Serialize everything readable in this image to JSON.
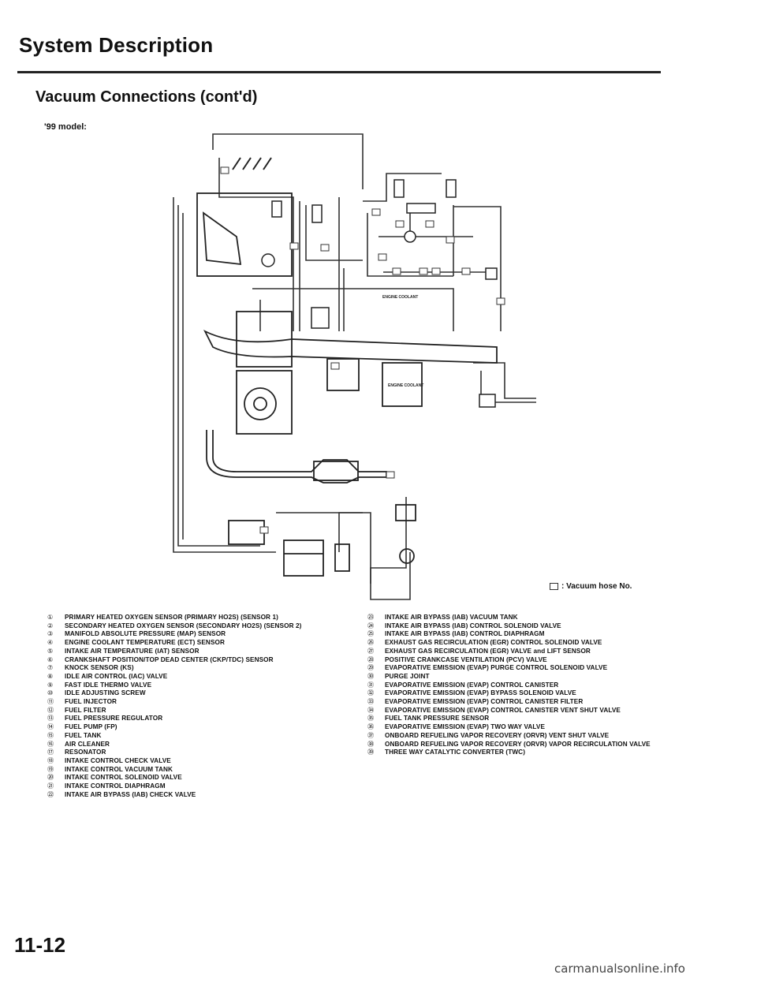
{
  "page": {
    "title": "System Description",
    "subtitle": "Vacuum Connections (cont'd)",
    "model": "'99 model:",
    "legend": ": Vacuum hose No.",
    "page_number": "11-12",
    "watermark": "carmanualsonline.info"
  },
  "diagram": {
    "labels": {
      "engine_coolant_top": "ENGINE COOLANT",
      "engine_coolant_bottom": "ENGINE COOLANT"
    }
  },
  "parts_left": [
    {
      "num": "①",
      "text": "PRIMARY HEATED OXYGEN SENSOR (PRIMARY HO2S) (SENSOR 1)"
    },
    {
      "num": "②",
      "text": "SECONDARY HEATED OXYGEN SENSOR (SECONDARY HO2S) (SENSOR 2)"
    },
    {
      "num": "③",
      "text": "MANIFOLD ABSOLUTE PRESSURE (MAP) SENSOR"
    },
    {
      "num": "④",
      "text": "ENGINE COOLANT TEMPERATURE (ECT) SENSOR"
    },
    {
      "num": "⑤",
      "text": "INTAKE AIR TEMPERATURE (IAT) SENSOR"
    },
    {
      "num": "⑥",
      "text": "CRANKSHAFT POSITION/TOP DEAD CENTER (CKP/TDC) SENSOR"
    },
    {
      "num": "⑦",
      "text": "KNOCK SENSOR (KS)"
    },
    {
      "num": "⑧",
      "text": "IDLE AIR CONTROL (IAC) VALVE"
    },
    {
      "num": "⑨",
      "text": "FAST IDLE THERMO VALVE"
    },
    {
      "num": "⑩",
      "text": "IDLE ADJUSTING SCREW"
    },
    {
      "num": "⑪",
      "text": "FUEL INJECTOR"
    },
    {
      "num": "⑫",
      "text": "FUEL FILTER"
    },
    {
      "num": "⑬",
      "text": "FUEL PRESSURE REGULATOR"
    },
    {
      "num": "⑭",
      "text": "FUEL PUMP (FP)"
    },
    {
      "num": "⑮",
      "text": "FUEL TANK"
    },
    {
      "num": "⑯",
      "text": "AIR CLEANER"
    },
    {
      "num": "⑰",
      "text": "RESONATOR"
    },
    {
      "num": "⑱",
      "text": "INTAKE CONTROL CHECK VALVE"
    },
    {
      "num": "⑲",
      "text": "INTAKE CONTROL VACUUM TANK"
    },
    {
      "num": "⑳",
      "text": "INTAKE CONTROL SOLENOID VALVE"
    },
    {
      "num": "㉑",
      "text": "INTAKE CONTROL DIAPHRAGM"
    },
    {
      "num": "㉒",
      "text": "INTAKE AIR BYPASS (IAB) CHECK VALVE"
    }
  ],
  "parts_right": [
    {
      "num": "㉓",
      "text": "INTAKE AIR BYPASS (IAB) VACUUM TANK"
    },
    {
      "num": "㉔",
      "text": "INTAKE AIR BYPASS (IAB) CONTROL SOLENOID VALVE"
    },
    {
      "num": "㉕",
      "text": "INTAKE AIR BYPASS (IAB) CONTROL DIAPHRAGM"
    },
    {
      "num": "㉖",
      "text": "EXHAUST GAS RECIRCULATION (EGR) CONTROL SOLENOID VALVE"
    },
    {
      "num": "㉗",
      "text": "EXHAUST GAS RECIRCULATION (EGR) VALVE and LIFT SENSOR"
    },
    {
      "num": "㉘",
      "text": "POSITIVE CRANKCASE VENTILATION (PCV) VALVE"
    },
    {
      "num": "㉙",
      "text": "EVAPORATIVE EMISSION (EVAP) PURGE CONTROL SOLENOID VALVE"
    },
    {
      "num": "㉚",
      "text": "PURGE JOINT"
    },
    {
      "num": "㉛",
      "text": "EVAPORATIVE EMISSION (EVAP) CONTROL CANISTER"
    },
    {
      "num": "㉜",
      "text": "EVAPORATIVE EMISSION (EVAP) BYPASS SOLENOID VALVE"
    },
    {
      "num": "㉝",
      "text": "EVAPORATIVE EMISSION (EVAP) CONTROL CANISTER FILTER"
    },
    {
      "num": "㉞",
      "text": "EVAPORATIVE EMISSION (EVAP) CONTROL CANISTER VENT SHUT VALVE"
    },
    {
      "num": "㉟",
      "text": "FUEL TANK PRESSURE SENSOR"
    },
    {
      "num": "㊱",
      "text": "EVAPORATIVE EMISSION (EVAP) TWO WAY VALVE"
    },
    {
      "num": "㊲",
      "text": "ONBOARD REFUELING VAPOR RECOVERY (ORVR) VENT SHUT VALVE"
    },
    {
      "num": "㊳",
      "text": "ONBOARD REFUELING VAPOR RECOVERY (ORVR) VAPOR RECIRCULATION VALVE"
    },
    {
      "num": "㊴",
      "text": "THREE WAY CATALYTIC CONVERTER (TWC)"
    }
  ]
}
